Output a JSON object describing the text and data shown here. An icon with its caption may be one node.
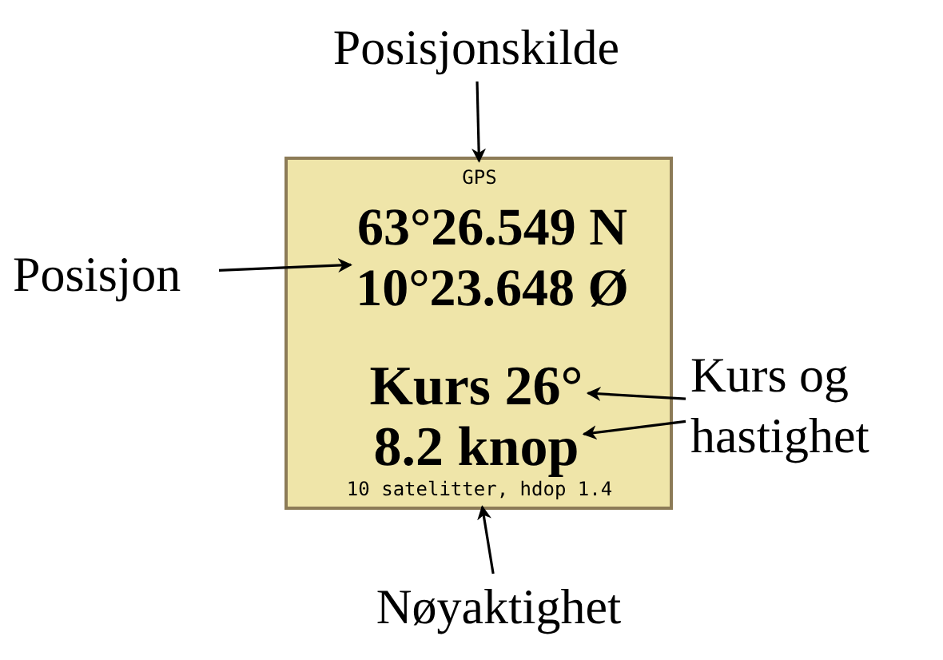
{
  "diagram": {
    "nodes": [
      {
        "text": [
          "Posisjonskilde"
        ]
      },
      {
        "text": [],
        "shape": "box"
      },
      {
        "text": [
          "GPS"
        ],
        "in": 1
      },
      {
        "text": [
          "63°26.549 N",
          "10°23.648 Ø"
        ],
        "in": 1
      },
      {
        "text": [
          "Kurs 26°"
        ],
        "in": 1
      },
      {
        "text": [
          "8.2 knop"
        ],
        "in": 1
      },
      {
        "text": [
          "10 satelitter, hdop 1.4"
        ],
        "in": 1
      },
      {
        "text": [
          "Posisjon"
        ]
      },
      {
        "text": [
          "Kurs og hastighet"
        ]
      },
      {
        "text": [
          "Nøyaktighet"
        ]
      }
    ],
    "edges": [
      {
        "from": 0,
        "to": 2,
        "arrow": "to"
      },
      {
        "from": 7,
        "to": 3,
        "arrow": "to"
      },
      {
        "from": 8,
        "to": 4,
        "arrow": "to"
      },
      {
        "from": 8,
        "to": 5,
        "arrow": "to"
      },
      {
        "from": 9,
        "to": 6,
        "arrow": "to"
      }
    ]
  }
}
